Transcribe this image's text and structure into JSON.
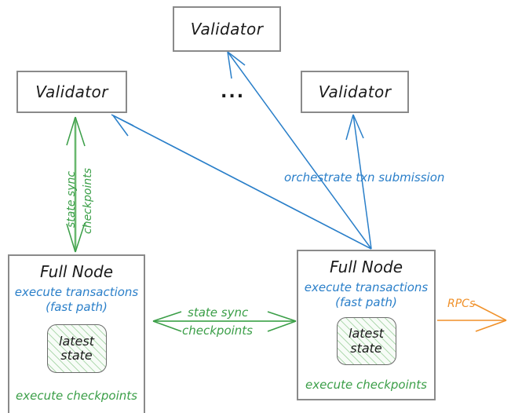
{
  "diagram": {
    "title_present": false,
    "colors": {
      "blue": "#2a7fc9",
      "green": "#3a9e47",
      "orange": "#f0912a",
      "box_border": "#8a8a8a",
      "text": "#1a1a1a",
      "state_fill": "#f7fcf7"
    },
    "validators": [
      {
        "id": "validator-top",
        "label": "Validator"
      },
      {
        "id": "validator-left",
        "label": "Validator"
      },
      {
        "id": "validator-right",
        "label": "Validator"
      }
    ],
    "ellipsis": "...",
    "full_nodes": [
      {
        "id": "full-node-left",
        "title": "Full Node",
        "blue_line_1": "execute transactions",
        "blue_line_2": "(fast path)",
        "state_line_1": "latest",
        "state_line_2": "state",
        "green_footer": "execute checkpoints"
      },
      {
        "id": "full-node-right",
        "title": "Full Node",
        "blue_line_1": "execute transactions",
        "blue_line_2": "(fast path)",
        "state_line_1": "latest",
        "state_line_2": "state",
        "green_footer": "execute checkpoints"
      }
    ],
    "edges": {
      "orchestrate": {
        "label": "orchestrate txn submission",
        "color": "#2a7fc9"
      },
      "state_sync_vertical": {
        "label_1": "state sync",
        "label_2": "checkpoints",
        "color": "#3a9e47"
      },
      "state_sync_horizontal": {
        "label_1": "state sync",
        "label_2": "checkpoints",
        "color": "#3a9e47"
      },
      "rpcs": {
        "label": "RPCs",
        "color": "#f0912a"
      }
    }
  }
}
